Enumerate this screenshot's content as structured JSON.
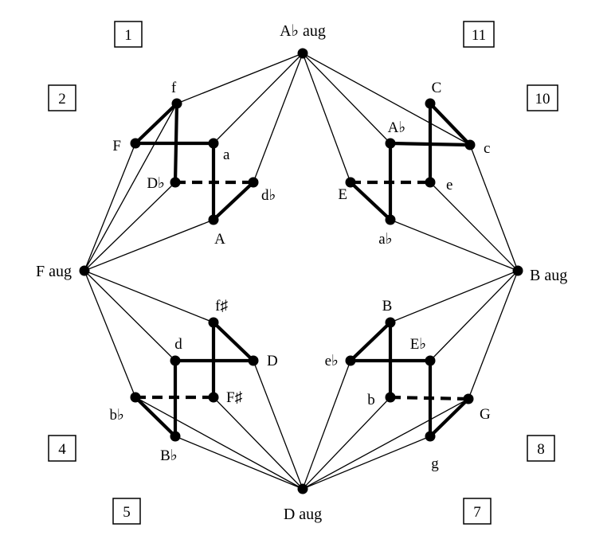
{
  "hubs": {
    "top": "A♭ aug",
    "left": "F aug",
    "right": "B aug",
    "bottom": "D aug"
  },
  "region_numbers": [
    "1",
    "11",
    "2",
    "10",
    "4",
    "8",
    "5",
    "7"
  ],
  "cubes": {
    "upper_left": {
      "f": "f",
      "F": "F",
      "a": "a",
      "Db": "D♭",
      "db": "d♭",
      "A": "A"
    },
    "upper_right": {
      "C": "C",
      "Ab": "A♭",
      "c": "c",
      "E": "E",
      "e": "e",
      "ab": "a♭"
    },
    "lower_left": {
      "fs": "f♯",
      "d": "d",
      "D": "D",
      "bb": "b♭",
      "Fs": "F♯",
      "Bb": "B♭"
    },
    "lower_right": {
      "B": "B",
      "eb": "e♭",
      "Eb": "E♭",
      "b": "b",
      "G": "G",
      "g": "g"
    }
  }
}
